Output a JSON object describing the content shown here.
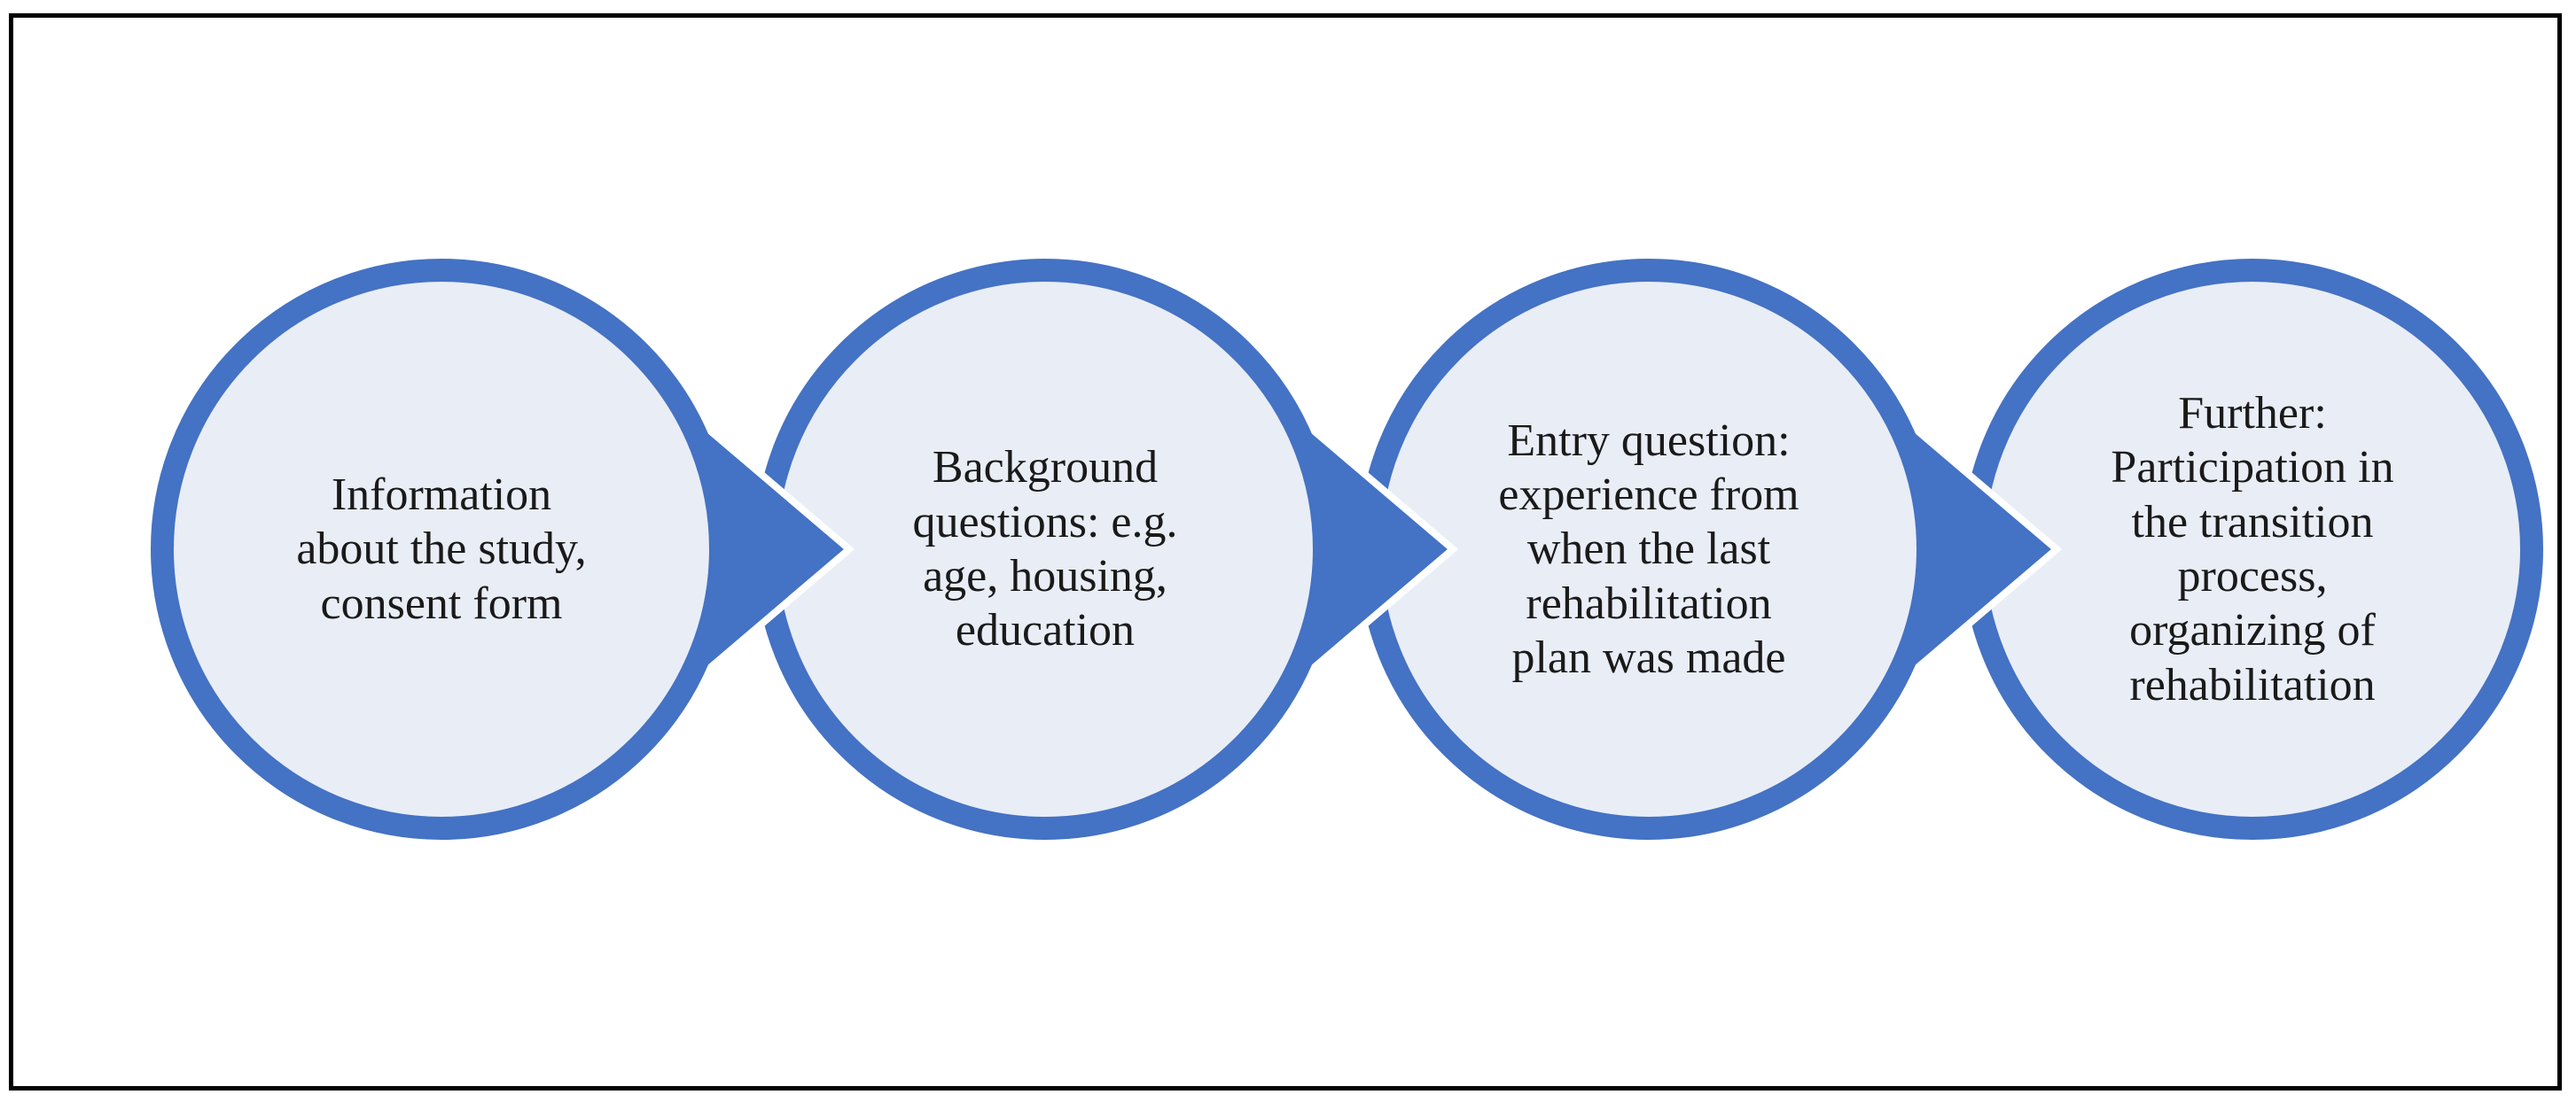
{
  "figure": {
    "type": "process-flow-diagram",
    "background_color": "#FFFFFF",
    "frame_border_color": "#000000",
    "accent_blue": "#4472C4",
    "circle_fill": "#E9EDF6",
    "arrow_outline": "#FFFFFF",
    "text_color": "#1A1A1A",
    "steps": [
      {
        "label": "Information\nabout the study,\nconsent form"
      },
      {
        "label": "Background\nquestions: e.g.\nage, housing,\neducation"
      },
      {
        "label": "Entry question:\nexperience from\nwhen the last\nrehabilitation\nplan was made"
      },
      {
        "label": "Further:\nParticipation in\nthe transition\nprocess,\norganizing of\nrehabilitation"
      }
    ]
  }
}
